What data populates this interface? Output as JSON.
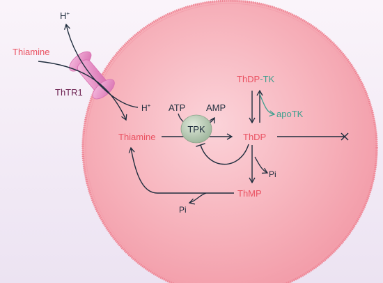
{
  "colors": {
    "background_top": "#faf4fa",
    "background_bottom": "#ece3f2",
    "cell_fill": "#f6a3ae",
    "cell_edge": "#ee8494",
    "thiamine": "#ea5262",
    "teal": "#3f9f8e",
    "dark": "#1f2d3d",
    "transporter": "#e98bc4",
    "tpk_enzyme": "#9cb49a",
    "thtr1_label": "#6b1f4f"
  },
  "labels": {
    "h_out": "H",
    "h_out_sup": "+",
    "thiamine_out": "Thiamine",
    "transporter": "ThTR1",
    "h_in": "H",
    "h_in_sup": "+",
    "atp": "ATP",
    "amp": "AMP",
    "tpk": "TPK",
    "thiamine_in": "Thiamine",
    "thdp_tk_a": "ThDP",
    "thdp_tk_sep": "-",
    "thdp_tk_b": "TK",
    "apotk": "apoTK",
    "thdp": "ThDP",
    "pi_right": "Pi",
    "thmp": "ThMP",
    "pi_bottom": "Pi"
  }
}
